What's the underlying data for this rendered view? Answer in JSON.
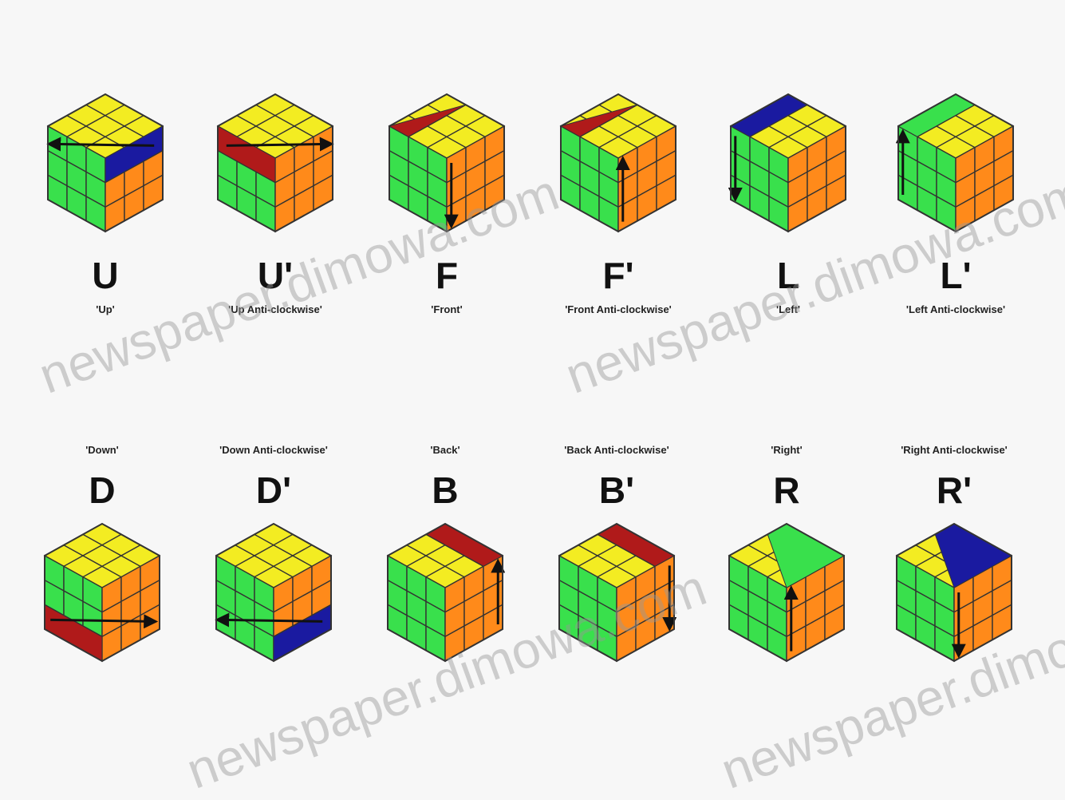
{
  "colors": {
    "yellow": "#f3ec22",
    "green": "#39e04c",
    "orange": "#ff8a1a",
    "blue": "#1a1aa0",
    "red": "#b01a1a",
    "line": "#333333",
    "arrow": "#111111"
  },
  "moves": [
    {
      "id": "u",
      "letter": "U",
      "caption": "'Up'",
      "band": "top",
      "side": "left",
      "accent": "blue",
      "arrow": "left"
    },
    {
      "id": "u-prime",
      "letter": "U'",
      "caption": "'Up Anti-clockwise'",
      "band": "top",
      "side": "right",
      "accent": "red",
      "arrow": "right"
    },
    {
      "id": "f",
      "letter": "F",
      "caption": "'Front'",
      "band": "front",
      "side": "left",
      "accent": "red",
      "arrow": "down"
    },
    {
      "id": "f-prime",
      "letter": "F'",
      "caption": "'Front Anti-clockwise'",
      "band": "front",
      "side": "right",
      "accent": "red",
      "arrow": "up"
    },
    {
      "id": "l",
      "letter": "L",
      "caption": "'Left'",
      "band": "left",
      "side": "left",
      "accent": "blue",
      "arrow": "down"
    },
    {
      "id": "l-prime",
      "letter": "L'",
      "caption": "'Left Anti-clockwise'",
      "band": "left",
      "side": "left",
      "accent": "green",
      "arrow": "up"
    },
    {
      "id": "d",
      "letter": "D",
      "caption": "'Down'",
      "band": "bottom",
      "side": "left",
      "accent": "red",
      "arrow": "right"
    },
    {
      "id": "d-prime",
      "letter": "D'",
      "caption": "'Down Anti-clockwise'",
      "band": "bottom",
      "side": "right",
      "accent": "blue",
      "arrow": "left"
    },
    {
      "id": "b",
      "letter": "B",
      "caption": "'Back'",
      "band": "back",
      "side": "right",
      "accent": "red",
      "arrow": "up"
    },
    {
      "id": "b-prime",
      "letter": "B'",
      "caption": "'Back Anti-clockwise'",
      "band": "back",
      "side": "right",
      "accent": "red",
      "arrow": "down"
    },
    {
      "id": "r",
      "letter": "R",
      "caption": "'Right'",
      "band": "right",
      "side": "right",
      "accent": "green",
      "arrow": "up"
    },
    {
      "id": "r-prime",
      "letter": "R'",
      "caption": "'Right Anti-clockwise'",
      "band": "right",
      "side": "right",
      "accent": "blue",
      "arrow": "down"
    }
  ],
  "watermarks": [
    "newspaper.dimowa.com",
    "newspaper.dimowa.com",
    "newspaper.dimowa.com",
    "newspaper.dimowa.com"
  ]
}
